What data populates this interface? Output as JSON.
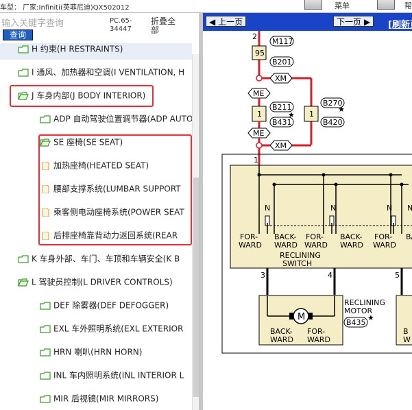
{
  "window": {
    "vehicle_label": "车型：  厂家:Infiniti(英菲尼迪)QX502012",
    "top_buttons": [
      "菜单",
      "帮"
    ]
  },
  "search": {
    "placeholder": "输入关键字查询",
    "button_label": "查询",
    "pc_number": "PC.65-34447",
    "collapse_label": "折叠全部"
  },
  "tree": {
    "items": [
      {
        "label": "H 约束(H RESTRAINTS)"
      },
      {
        "label": "I 通风、加热器和空调(I VENTILATION, H"
      },
      {
        "label": "J 车身内部(J BODY INTERIOR)"
      },
      {
        "label": "ADP 自动驾驶位置调节器(ADP AUTO"
      },
      {
        "label": "SE 座椅(SE SEAT)"
      },
      {
        "label": "加热座椅(HEATED SEAT)"
      },
      {
        "label": "腰部支撑系统(LUMBAR SUPPORT"
      },
      {
        "label": "乘客侧电动座椅系统(POWER SEAT"
      },
      {
        "label": "后排座椅靠背动力返回系统(REAR"
      },
      {
        "label": "K 车身外部、车门、车顶和车辆安全(K B"
      },
      {
        "label": "L 驾驶员控制(L DRIVER CONTROLS)"
      },
      {
        "label": "DEF 除雾器(DEF DEFOGGER)"
      },
      {
        "label": "EXL 车外照明系统(EXL EXTERIOR"
      },
      {
        "label": "HRN 喇叭(HRN HORN)"
      },
      {
        "label": "INL 车内照明系统(INL INTERIOR L"
      },
      {
        "label": "MIR 后视镜(MIR MIRRORS)"
      }
    ]
  },
  "viewer": {
    "prev_label": "上一页",
    "next_label": "下一页",
    "refresh_label": "[刷新页"
  },
  "diagram": {
    "wire_top": "2",
    "fuse": "95",
    "connectors": {
      "m117": "M117",
      "b201": "B201",
      "xm1": "XM",
      "me1": "ME",
      "b211": "B211",
      "b431": "B431",
      "b270": "B270",
      "b420": "B420",
      "me2": "ME",
      "xm2": "XM",
      "b435": "B435"
    },
    "box_left_num": "1",
    "box_right_num": "1",
    "star": "★",
    "terminal_1": "1",
    "n1": "N",
    "n2": "N",
    "n3": "N",
    "n4": "N",
    "sw_labels": [
      "FOR-",
      "WARD",
      "BACK-",
      "WARD",
      "FOR-",
      "WARD",
      "BACK-",
      "WARD",
      "FOR-",
      "WARD",
      "BACK-"
    ],
    "switch_name": [
      "RECLINING",
      "SWITCH"
    ],
    "pins": [
      "3",
      "4",
      "5"
    ],
    "motor_name": [
      "RECLINING",
      "MOTOR"
    ],
    "motor_symbol": "M",
    "motor_labels": [
      "BACK-",
      "WARD",
      "FOR-",
      "WARD",
      "B",
      "W"
    ]
  },
  "colors": {
    "nav_bar": "#1a44c8",
    "highlight_box": "#e0303a",
    "switch_fill": "#f5edc6",
    "circuit_red": "#d0202a",
    "folder_green": "#3a9a2a"
  }
}
